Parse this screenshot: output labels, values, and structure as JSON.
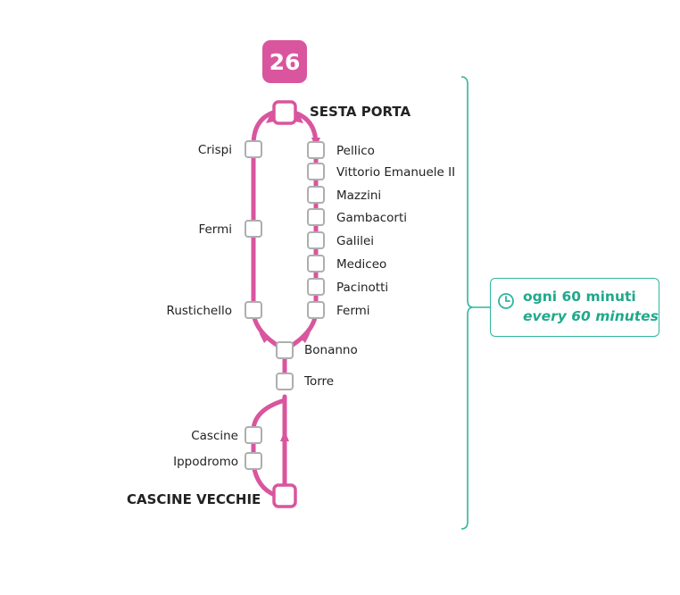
{
  "route": {
    "number": "26",
    "color": "#d9559e"
  },
  "terminals": {
    "north": "SESTA PORTA",
    "south": "CASCINE VECCHIE"
  },
  "stops": {
    "left_loop": [
      "Crispi",
      "Fermi",
      "Rustichello"
    ],
    "right_loop": [
      "Pellico",
      "Vittorio Emanuele II",
      "Mazzini",
      "Gambacorti",
      "Galilei",
      "Mediceo",
      "Pacinotti",
      "Fermi"
    ],
    "trunk": [
      "Bonanno",
      "Torre"
    ],
    "south_branch": [
      "Cascine",
      "Ippodromo"
    ]
  },
  "frequency": {
    "icon": "clock-icon",
    "it": "ogni 60 minuti",
    "en": "every 60 minutes",
    "accent": "#2fb59d"
  }
}
